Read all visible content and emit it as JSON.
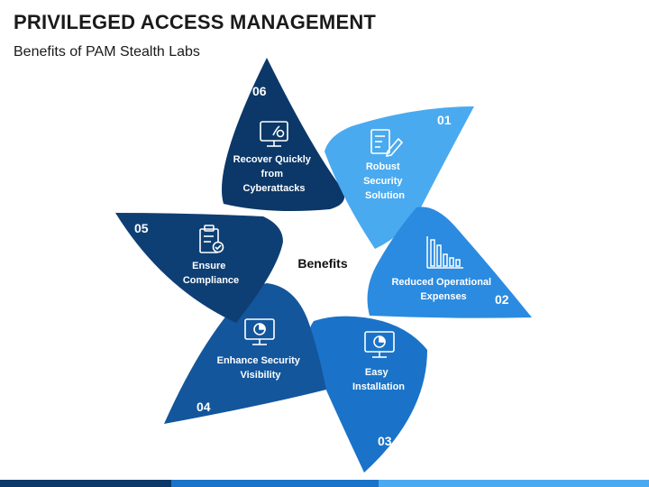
{
  "title": "PRIVILEGED ACCESS MANAGEMENT",
  "subtitle": "Benefits of PAM Stealth Labs",
  "center_label": "Benefits",
  "petals": [
    {
      "number": "01",
      "lines": [
        "Robust",
        "Security",
        "Solution"
      ],
      "icon": "document-edit-icon",
      "color": "#4aaaf0"
    },
    {
      "number": "02",
      "lines": [
        "Reduced Operational",
        "Expenses"
      ],
      "icon": "bar-chart-icon",
      "color": "#2b8be0"
    },
    {
      "number": "03",
      "lines": [
        "Easy",
        "Installation"
      ],
      "icon": "monitor-chart-icon",
      "color": "#1a73c8"
    },
    {
      "number": "04",
      "lines": [
        "Enhance Security",
        "Visibility"
      ],
      "icon": "monitor-pie-icon",
      "color": "#13569c"
    },
    {
      "number": "05",
      "lines": [
        "Ensure",
        "Compliance"
      ],
      "icon": "clipboard-check-icon",
      "color": "#0e3f74"
    },
    {
      "number": "06",
      "lines": [
        "Recover Quickly",
        "from",
        "Cyberattacks"
      ],
      "icon": "monitor-gear-icon",
      "color": "#0b3868"
    }
  ],
  "bottom_bar_colors": [
    "#0b3868",
    "#1a73c8",
    "#4aaaf0"
  ]
}
